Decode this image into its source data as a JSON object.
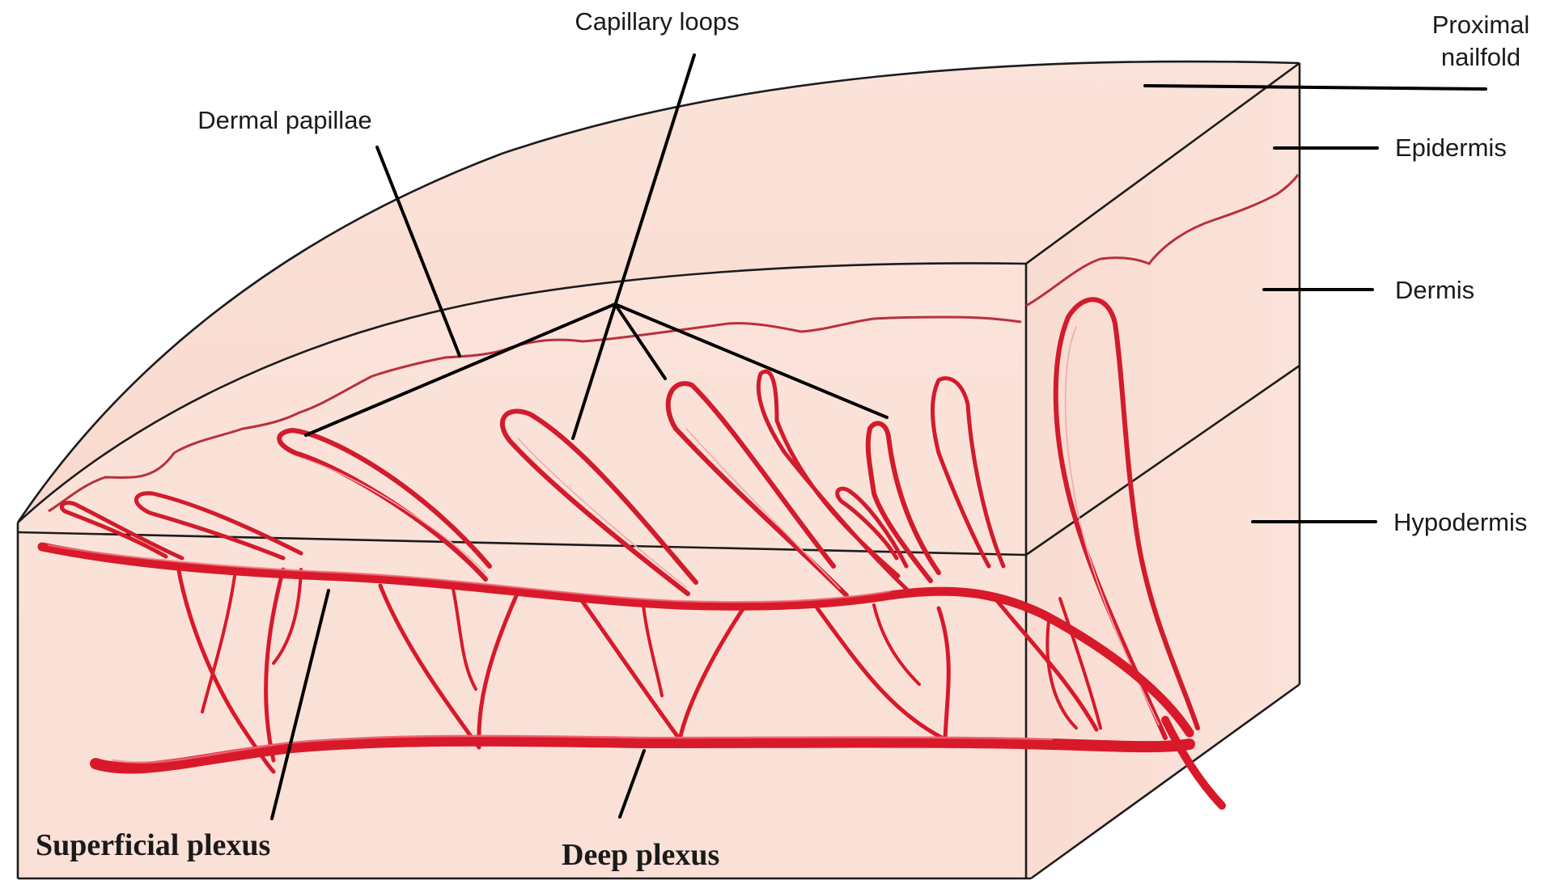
{
  "labels": {
    "capillary_loops": "Capillary loops",
    "dermal_papillae": "Dermal papillae",
    "proximal_nailfold_line1": "Proximal",
    "proximal_nailfold_line2": "nailfold",
    "epidermis": "Epidermis",
    "dermis": "Dermis",
    "hypodermis": "Hypodermis",
    "superficial_plexus": "Superficial plexus",
    "deep_plexus": "Deep plexus"
  },
  "colors": {
    "tissue": "#fbe4dc",
    "tissue_top": "#f9dcd2",
    "tissue_side": "#f8ddd3",
    "vessel": "#d8192a",
    "papillae_line": "#b8303c"
  }
}
